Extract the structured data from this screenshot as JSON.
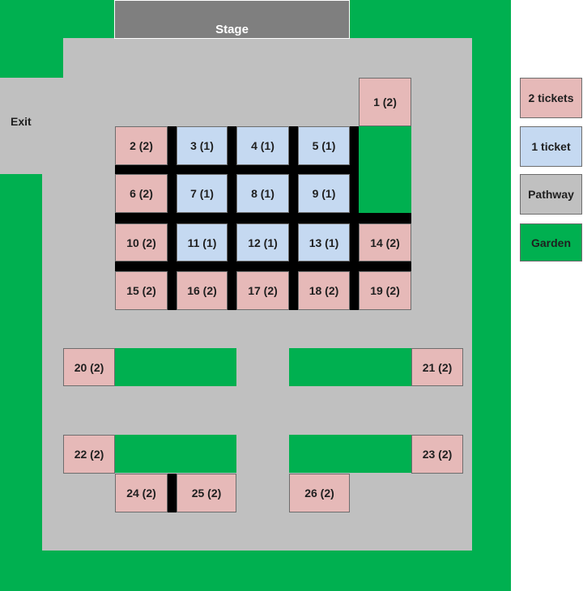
{
  "colors": {
    "two_tickets": "#e6b9b8",
    "one_ticket": "#c5d9f1",
    "pathway": "#c0c0c0",
    "garden": "#00b050",
    "stage": "#7f7f7f"
  },
  "stage_label": "Stage",
  "exit_label": "Exit",
  "seats": [
    {
      "label": "1 (2)",
      "tickets": 2
    },
    {
      "label": "2 (2)",
      "tickets": 2
    },
    {
      "label": "3 (1)",
      "tickets": 1
    },
    {
      "label": "4 (1)",
      "tickets": 1
    },
    {
      "label": "5 (1)",
      "tickets": 1
    },
    {
      "label": "6 (2)",
      "tickets": 2
    },
    {
      "label": "7 (1)",
      "tickets": 1
    },
    {
      "label": "8 (1)",
      "tickets": 1
    },
    {
      "label": "9 (1)",
      "tickets": 1
    },
    {
      "label": "10 (2)",
      "tickets": 2
    },
    {
      "label": "11 (1)",
      "tickets": 1
    },
    {
      "label": "12 (1)",
      "tickets": 1
    },
    {
      "label": "13 (1)",
      "tickets": 1
    },
    {
      "label": "14 (2)",
      "tickets": 2
    },
    {
      "label": "15 (2)",
      "tickets": 2
    },
    {
      "label": "16 (2)",
      "tickets": 2
    },
    {
      "label": "17 (2)",
      "tickets": 2
    },
    {
      "label": "18 (2)",
      "tickets": 2
    },
    {
      "label": "19 (2)",
      "tickets": 2
    },
    {
      "label": "20 (2)",
      "tickets": 2
    },
    {
      "label": "21 (2)",
      "tickets": 2
    },
    {
      "label": "22 (2)",
      "tickets": 2
    },
    {
      "label": "23 (2)",
      "tickets": 2
    },
    {
      "label": "24 (2)",
      "tickets": 2
    },
    {
      "label": "25 (2)",
      "tickets": 2
    },
    {
      "label": "26 (2)",
      "tickets": 2
    }
  ],
  "legend": [
    {
      "label": "2 tickets",
      "key": "two_tickets"
    },
    {
      "label": "1 ticket",
      "key": "one_ticket"
    },
    {
      "label": "Pathway",
      "key": "pathway"
    },
    {
      "label": "Garden",
      "key": "garden"
    }
  ]
}
